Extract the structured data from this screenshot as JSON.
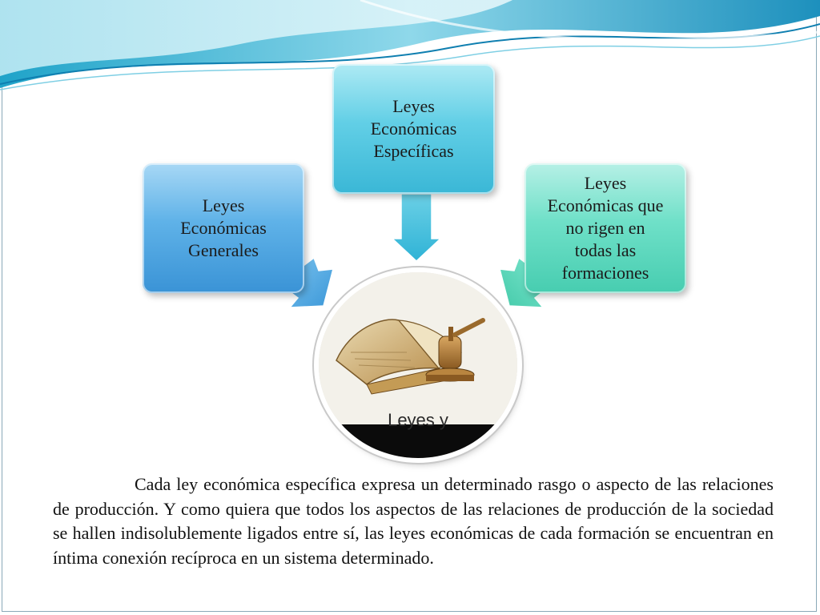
{
  "diagram": {
    "box_generales": "Leyes\nEconómicas\nGenerales",
    "box_especificas": "Leyes\nEconómicas\nEspecíficas",
    "box_no_rigen": "Leyes\nEconómicas que\nno rigen en\ntodas las\nformaciones",
    "center_label": "Leyes y"
  },
  "body_text": "Cada ley económica específica expresa un determinado rasgo o aspecto de las relaciones de producción. Y como quiera que todos los aspectos de las relaciones de producción de la sociedad se hallen indisolublemente ligados entre sí, las leyes económicas de cada formación se encuentran en íntima conexión recíproca en un sistema determinado.",
  "colors": {
    "generales": "#3a93d6",
    "especificas": "#3ab7d6",
    "no_rigen": "#47cdb0"
  }
}
